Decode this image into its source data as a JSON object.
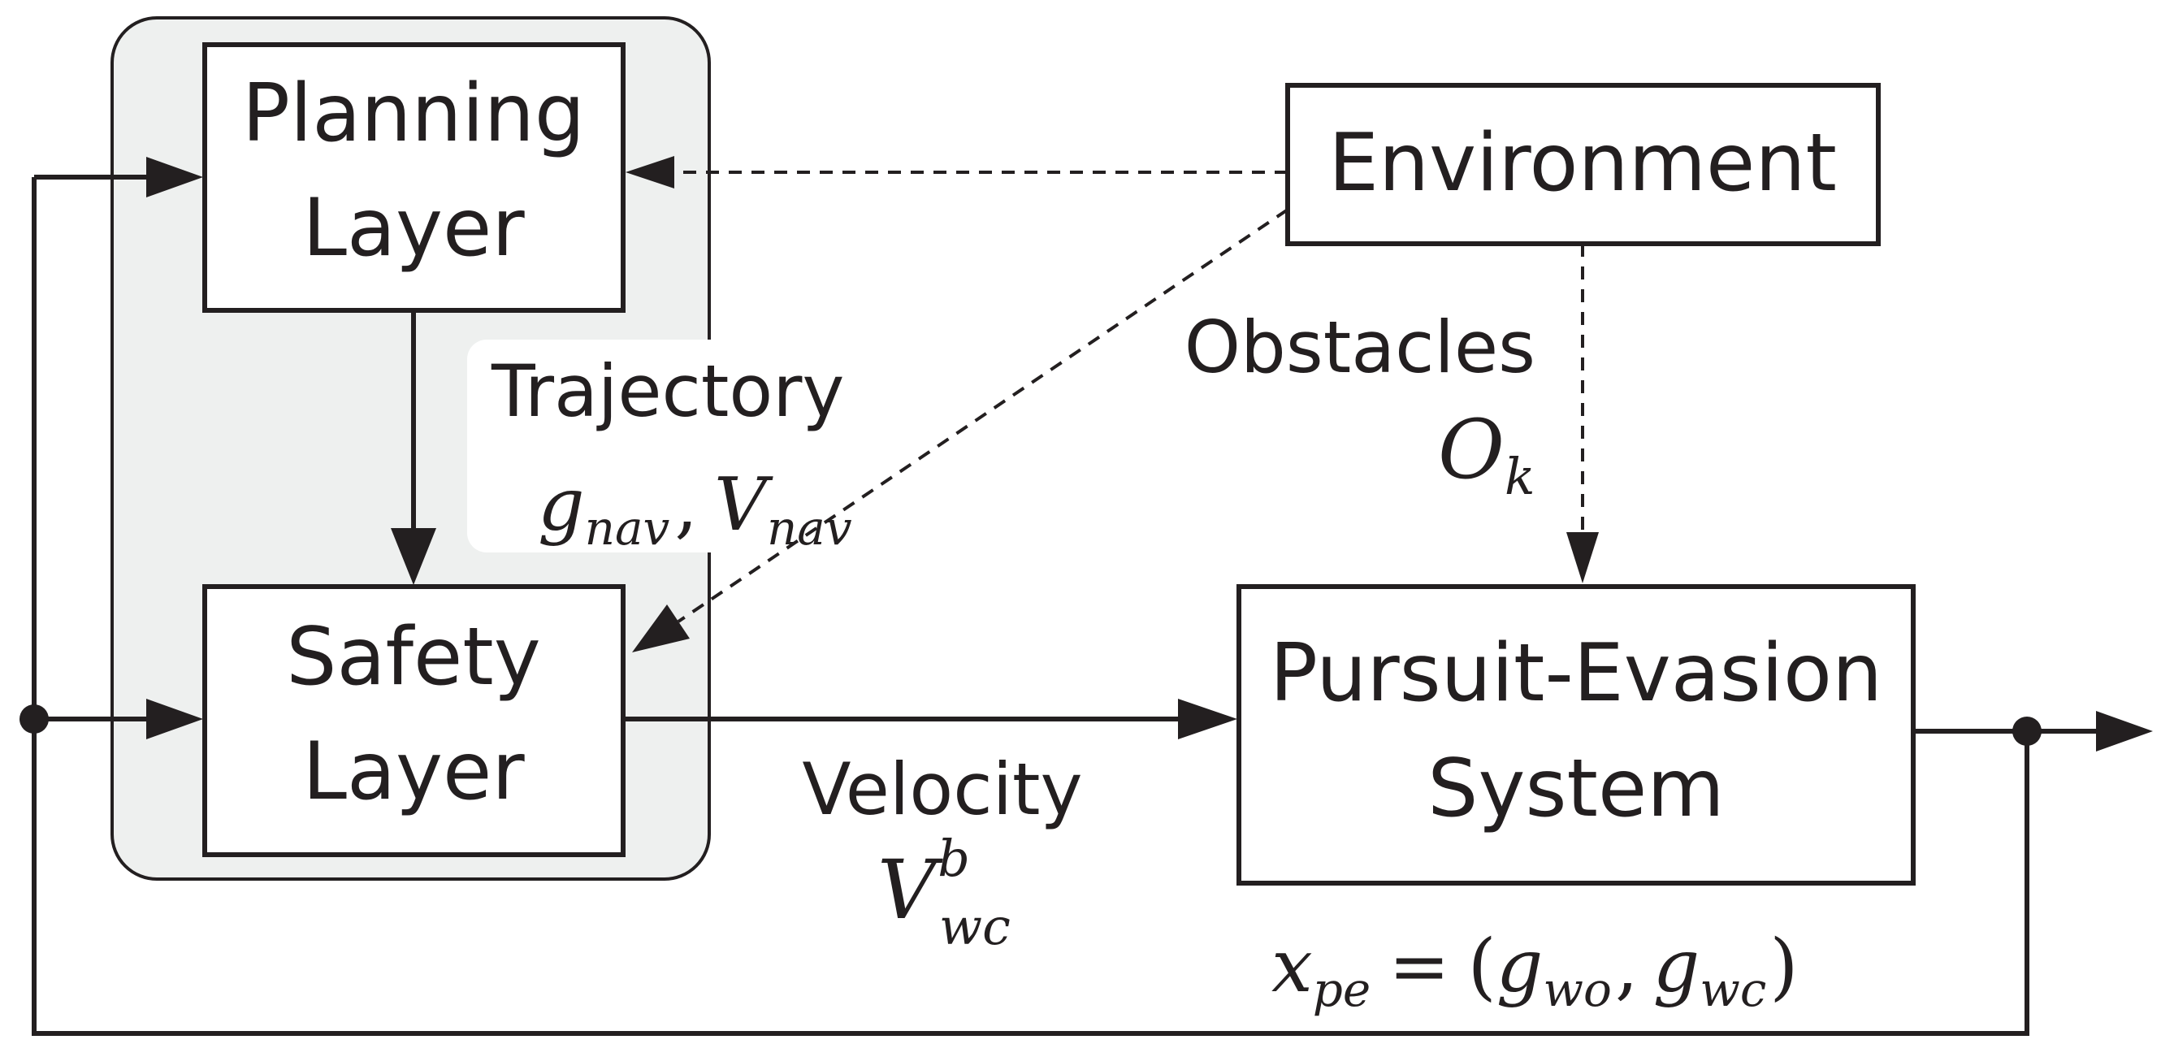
{
  "nodes": {
    "planning": {
      "line1": "Planning",
      "line2": "Layer"
    },
    "safety": {
      "line1": "Safety",
      "line2": "Layer"
    },
    "environment": {
      "label": "Environment"
    },
    "pursuit": {
      "line1": "Pursuit-Evasion",
      "line2": "System"
    }
  },
  "edges": {
    "trajectory": {
      "label": "Trajectory",
      "m1": "g",
      "s1": "nav",
      "sep": ",",
      "m2": "V",
      "s2": "nav"
    },
    "obstacles": {
      "label": "Obstacles",
      "m": "O",
      "s": "k"
    },
    "velocity": {
      "label": "Velocity",
      "m": "V",
      "sub": "wc",
      "sup": "b"
    },
    "state": {
      "x": "x",
      "xs": "pe",
      "eq": "=",
      "lp": "(",
      "g1": "g",
      "g1s": "wo",
      "comma": ",",
      "g2": "g",
      "g2s": "wc",
      "rp": ")"
    }
  },
  "colors": {
    "ink": "#231f20",
    "group_fill": "#eef0ef"
  }
}
